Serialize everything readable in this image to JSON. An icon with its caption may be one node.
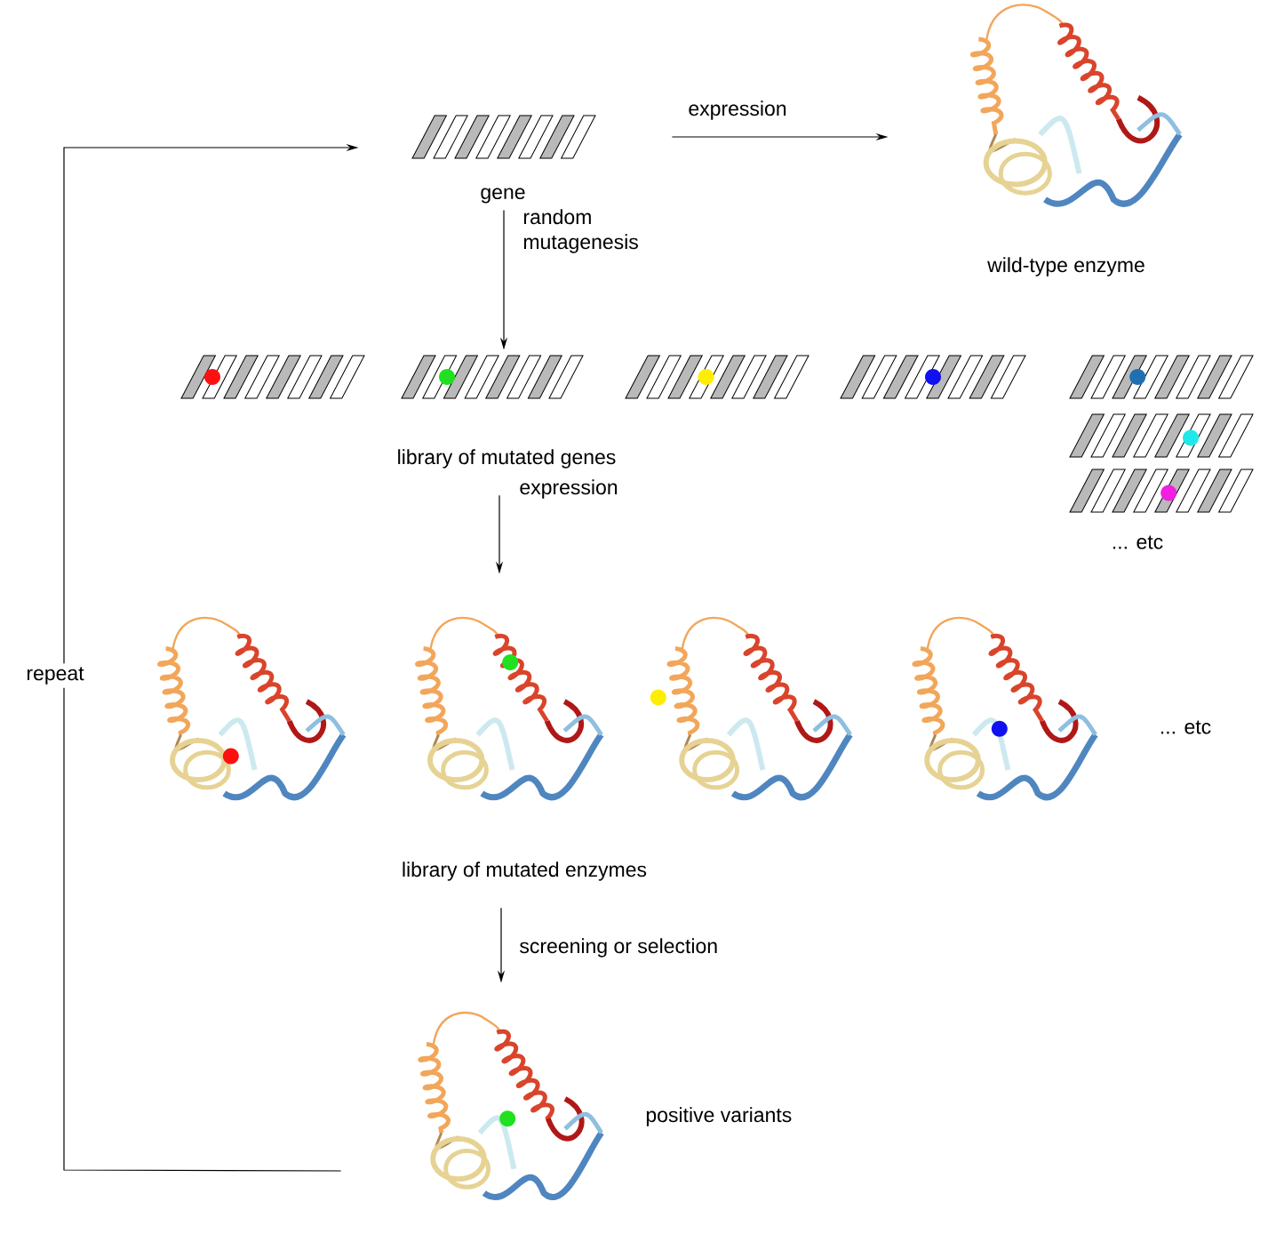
{
  "diagram": {
    "nodes": [
      {
        "text": [],
        "shape": "picture",
        "beside": [
          "gene"
        ]
      },
      {
        "text": [],
        "shape": "picture",
        "beside": [
          "wild-type enzyme"
        ]
      },
      {
        "text": [],
        "shape": "picture"
      },
      {
        "text": [],
        "shape": "picture"
      },
      {
        "text": [],
        "shape": "picture"
      },
      {
        "text": [],
        "shape": "picture"
      },
      {
        "text": [],
        "shape": "picture"
      },
      {
        "text": [],
        "shape": "picture"
      },
      {
        "text": [],
        "shape": "picture"
      },
      {
        "text": [
          "library of mutated genes"
        ]
      },
      {
        "text": [],
        "shape": "picture"
      },
      {
        "text": [],
        "shape": "picture"
      },
      {
        "text": [],
        "shape": "picture"
      },
      {
        "text": [],
        "shape": "picture"
      },
      {
        "text": [
          "library of mutated enzymes"
        ]
      },
      {
        "text": [],
        "shape": "picture",
        "beside": [
          "positive variants"
        ]
      }
    ],
    "edges": [
      {
        "from": 0,
        "to": 1,
        "arrow": "to",
        "label": "expression"
      },
      {
        "from": 0,
        "to": 3,
        "arrow": "to",
        "label": "random mutagenesis"
      },
      {
        "from": 9,
        "to": 11,
        "arrow": "to",
        "label": "expression"
      },
      {
        "from": 14,
        "to": 15,
        "arrow": "to",
        "label": "screening or selection"
      },
      {
        "from": 15,
        "to": 0,
        "arrow": "to",
        "label": "repeat"
      }
    ],
    "labels": [
      "... etc",
      "... etc"
    ]
  }
}
